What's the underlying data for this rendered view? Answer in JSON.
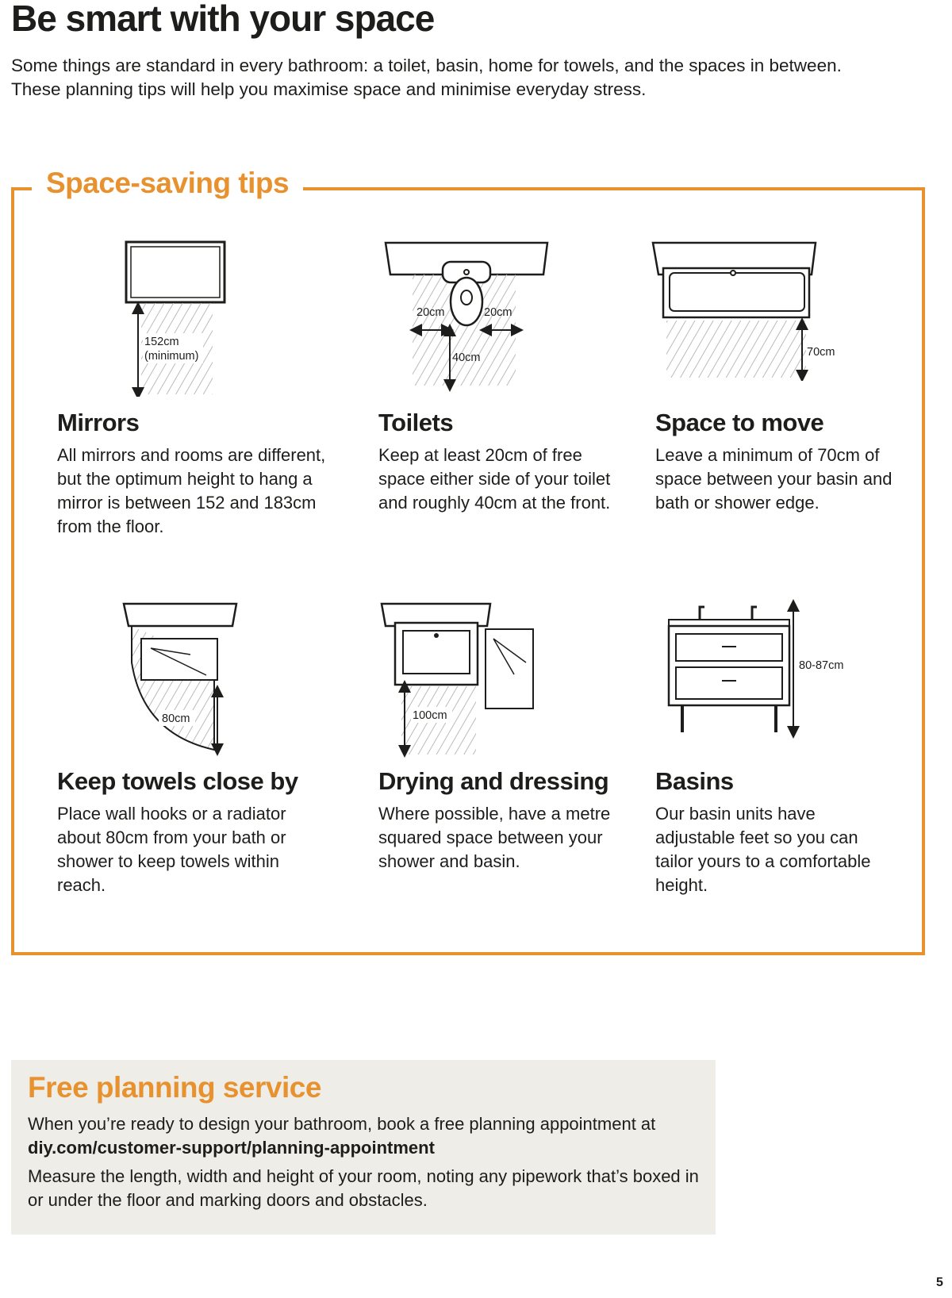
{
  "page": {
    "title": "Be smart with your space",
    "intro": "Some things are standard in every bathroom: a toilet, basin, home for towels, and the spaces in between. These planning tips will help you maximise space and minimise everyday stress.",
    "page_number": "5"
  },
  "tips_section": {
    "title": "Space-saving tips",
    "accent_color": "#e8922f",
    "tips": [
      {
        "heading": "Mirrors",
        "text": "All mirrors and rooms are different, but the optimum height to hang a mirror is between 152 and 183cm from the floor.",
        "labels": [
          "152cm",
          "(minimum)"
        ]
      },
      {
        "heading": "Toilets",
        "text": "Keep at least 20cm of free space either side of your toilet and roughly 40cm at the front.",
        "labels": [
          "20cm",
          "20cm",
          "40cm"
        ]
      },
      {
        "heading": "Space to move",
        "text": "Leave a minimum of 70cm of space between your basin and bath or shower edge.",
        "labels": [
          "70cm"
        ]
      },
      {
        "heading": "Keep towels close by",
        "text": "Place wall hooks or a radiator about 80cm from your bath or shower to keep towels within reach.",
        "labels": [
          "80cm"
        ]
      },
      {
        "heading": "Drying and dressing",
        "text": "Where possible, have a metre squared space between your shower and basin.",
        "labels": [
          "100cm"
        ]
      },
      {
        "heading": "Basins",
        "text": "Our basin units have adjustable feet so you can tailor yours to a comfortable height.",
        "labels": [
          "80-87cm"
        ]
      }
    ]
  },
  "planning": {
    "title": "Free planning service",
    "line1": "When you’re ready to design your bathroom, book a free planning appointment at ",
    "link": "diy.com/customer-support/planning-appointment",
    "line2": "Measure the length, width and height of your room, noting any pipework that’s boxed in or under the floor and marking doors and obstacles.",
    "background_color": "#eeede7"
  }
}
